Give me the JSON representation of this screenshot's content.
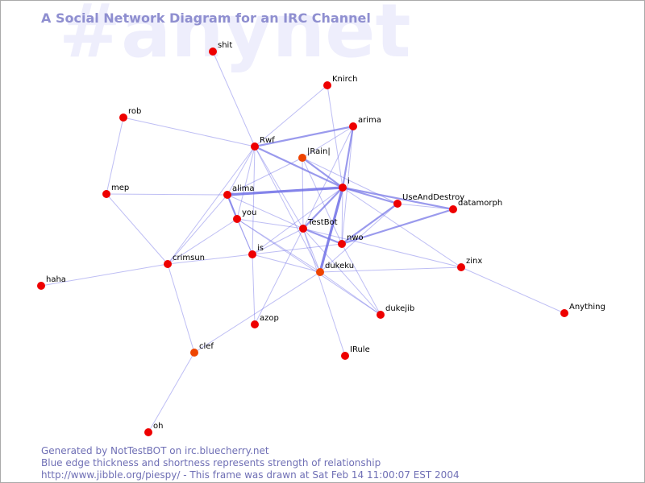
{
  "header": {
    "watermark": "#anynet",
    "title": "A Social Network Diagram for an IRC Channel"
  },
  "colors": {
    "edge": "#6f6fe6",
    "node": "#ee0000",
    "node_highlight": "#ee4400",
    "text_blue": "#6f6fb5"
  },
  "nodes": [
    {
      "id": "shit",
      "label": "shit"
    },
    {
      "id": "Knirch",
      "label": "Knirch"
    },
    {
      "id": "rob",
      "label": "rob"
    },
    {
      "id": "arima",
      "label": "arima"
    },
    {
      "id": "Rwf",
      "label": "Rwf"
    },
    {
      "id": "Rain",
      "label": "|Rain|"
    },
    {
      "id": "i",
      "label": "i"
    },
    {
      "id": "mep",
      "label": "mep"
    },
    {
      "id": "alima",
      "label": "alima"
    },
    {
      "id": "UseAndDestroy",
      "label": "UseAndDestroy"
    },
    {
      "id": "datamorph",
      "label": "datamorph"
    },
    {
      "id": "you",
      "label": "you"
    },
    {
      "id": "TestBot",
      "label": "TestBot"
    },
    {
      "id": "nwo",
      "label": "nwo"
    },
    {
      "id": "is",
      "label": "is"
    },
    {
      "id": "crimsun",
      "label": "crimsun"
    },
    {
      "id": "dukeku",
      "label": "dukeku"
    },
    {
      "id": "zinx",
      "label": "zinx"
    },
    {
      "id": "haha",
      "label": "haha"
    },
    {
      "id": "dukejib",
      "label": "dukejib"
    },
    {
      "id": "Anything",
      "label": "Anything"
    },
    {
      "id": "azop",
      "label": "azop"
    },
    {
      "id": "IRule",
      "label": "IRule"
    },
    {
      "id": "clef",
      "label": "clef"
    },
    {
      "id": "oh",
      "label": "oh"
    }
  ],
  "edges": [
    {
      "from": "shit",
      "to": "Rwf",
      "strength": 1
    },
    {
      "from": "Knirch",
      "to": "Rwf",
      "strength": 1
    },
    {
      "from": "Knirch",
      "to": "i",
      "strength": 1
    },
    {
      "from": "rob",
      "to": "Rwf",
      "strength": 1
    },
    {
      "from": "rob",
      "to": "mep",
      "strength": 1
    },
    {
      "from": "Rwf",
      "to": "arima",
      "strength": 2
    },
    {
      "from": "Rwf",
      "to": "i",
      "strength": 2
    },
    {
      "from": "Rwf",
      "to": "alima",
      "strength": 1
    },
    {
      "from": "Rwf",
      "to": "you",
      "strength": 1
    },
    {
      "from": "Rwf",
      "to": "is",
      "strength": 1
    },
    {
      "from": "Rwf",
      "to": "TestBot",
      "strength": 1
    },
    {
      "from": "Rwf",
      "to": "crimsun",
      "strength": 1
    },
    {
      "from": "Rwf",
      "to": "dukeku",
      "strength": 1
    },
    {
      "from": "arima",
      "to": "Rain",
      "strength": 1
    },
    {
      "from": "arima",
      "to": "i",
      "strength": 2
    },
    {
      "from": "arima",
      "to": "TestBot",
      "strength": 1
    },
    {
      "from": "arima",
      "to": "nwo",
      "strength": 1
    },
    {
      "from": "Rain",
      "to": "i",
      "strength": 2
    },
    {
      "from": "Rain",
      "to": "alima",
      "strength": 1
    },
    {
      "from": "Rain",
      "to": "TestBot",
      "strength": 1
    },
    {
      "from": "Rain",
      "to": "UseAndDestroy",
      "strength": 1
    },
    {
      "from": "Rain",
      "to": "nwo",
      "strength": 1
    },
    {
      "from": "i",
      "to": "alima",
      "strength": 3
    },
    {
      "from": "i",
      "to": "UseAndDestroy",
      "strength": 2
    },
    {
      "from": "i",
      "to": "datamorph",
      "strength": 2
    },
    {
      "from": "i",
      "to": "TestBot",
      "strength": 2
    },
    {
      "from": "i",
      "to": "nwo",
      "strength": 1
    },
    {
      "from": "i",
      "to": "is",
      "strength": 1
    },
    {
      "from": "i",
      "to": "dukeku",
      "strength": 3
    },
    {
      "from": "i",
      "to": "zinx",
      "strength": 1
    },
    {
      "from": "mep",
      "to": "alima",
      "strength": 1
    },
    {
      "from": "mep",
      "to": "crimsun",
      "strength": 1
    },
    {
      "from": "alima",
      "to": "you",
      "strength": 2
    },
    {
      "from": "alima",
      "to": "TestBot",
      "strength": 1
    },
    {
      "from": "alima",
      "to": "is",
      "strength": 1
    },
    {
      "from": "alima",
      "to": "crimsun",
      "strength": 1
    },
    {
      "from": "UseAndDestroy",
      "to": "datamorph",
      "strength": 1
    },
    {
      "from": "UseAndDestroy",
      "to": "nwo",
      "strength": 2
    },
    {
      "from": "UseAndDestroy",
      "to": "dukeku",
      "strength": 1
    },
    {
      "from": "datamorph",
      "to": "nwo",
      "strength": 2
    },
    {
      "from": "you",
      "to": "TestBot",
      "strength": 1
    },
    {
      "from": "you",
      "to": "is",
      "strength": 1
    },
    {
      "from": "you",
      "to": "crimsun",
      "strength": 1
    },
    {
      "from": "you",
      "to": "dukeku",
      "strength": 1
    },
    {
      "from": "you",
      "to": "dukejib",
      "strength": 1
    },
    {
      "from": "TestBot",
      "to": "nwo",
      "strength": 2
    },
    {
      "from": "TestBot",
      "to": "is",
      "strength": 1
    },
    {
      "from": "TestBot",
      "to": "dukeku",
      "strength": 1
    },
    {
      "from": "TestBot",
      "to": "IRule",
      "strength": 1
    },
    {
      "from": "TestBot",
      "to": "azop",
      "strength": 1
    },
    {
      "from": "TestBot",
      "to": "zinx",
      "strength": 1
    },
    {
      "from": "TestBot",
      "to": "dukejib",
      "strength": 1
    },
    {
      "from": "nwo",
      "to": "is",
      "strength": 1
    },
    {
      "from": "nwo",
      "to": "dukejib",
      "strength": 1
    },
    {
      "from": "is",
      "to": "crimsun",
      "strength": 1
    },
    {
      "from": "is",
      "to": "azop",
      "strength": 1
    },
    {
      "from": "is",
      "to": "dukeku",
      "strength": 1
    },
    {
      "from": "crimsun",
      "to": "haha",
      "strength": 1
    },
    {
      "from": "crimsun",
      "to": "clef",
      "strength": 1
    },
    {
      "from": "dukeku",
      "to": "clef",
      "strength": 1
    },
    {
      "from": "dukeku",
      "to": "dukejib",
      "strength": 1
    },
    {
      "from": "dukeku",
      "to": "zinx",
      "strength": 1
    },
    {
      "from": "zinx",
      "to": "Anything",
      "strength": 1
    },
    {
      "from": "clef",
      "to": "oh",
      "strength": 1
    }
  ],
  "footer": {
    "line1": "Generated by NotTestBOT on irc.bluecherry.net",
    "line2": "Blue edge thickness and shortness represents strength of relationship",
    "line3": "http://www.jibble.org/piespy/ - This frame was drawn at Sat Feb 14 11:00:07 EST 2004"
  }
}
